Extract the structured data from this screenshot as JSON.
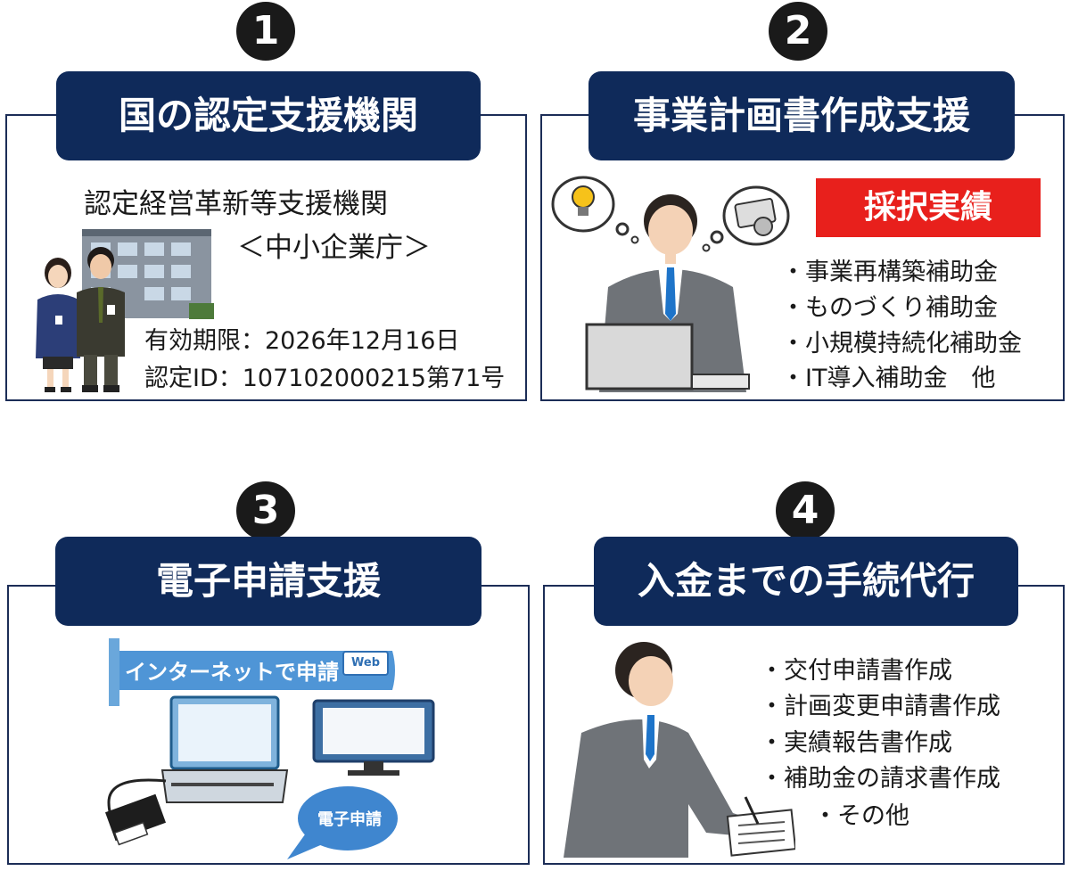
{
  "panel1": {
    "number": "1",
    "title": "国の認定支援機関",
    "line1": "認定経営革新等支援機関",
    "line2": "＜中小企業庁＞",
    "expiry": "有効期限：2026年12月16日",
    "cert_id": "認定ID：107102000215第71号"
  },
  "panel2": {
    "number": "2",
    "title": "事業計画書作成支援",
    "badge": "採択実績",
    "items": [
      "・事業再構築補助金",
      "・ものづくり補助金",
      "・小規模持続化補助金",
      "・IT導入補助金　他"
    ]
  },
  "panel3": {
    "number": "3",
    "title": "電子申請支援",
    "banner": "インターネットで申請",
    "web_tag": "Web",
    "bubble": "電子申請"
  },
  "panel4": {
    "number": "4",
    "title": "入金までの手続代行",
    "items": [
      "・交付申請書作成",
      "・計画変更申請書作成",
      "・実績報告書作成",
      "・補助金の請求書作成",
      "・その他"
    ]
  },
  "colors": {
    "navy": "#0f2a5a",
    "red": "#e8201c",
    "border": "#1c2d57"
  }
}
